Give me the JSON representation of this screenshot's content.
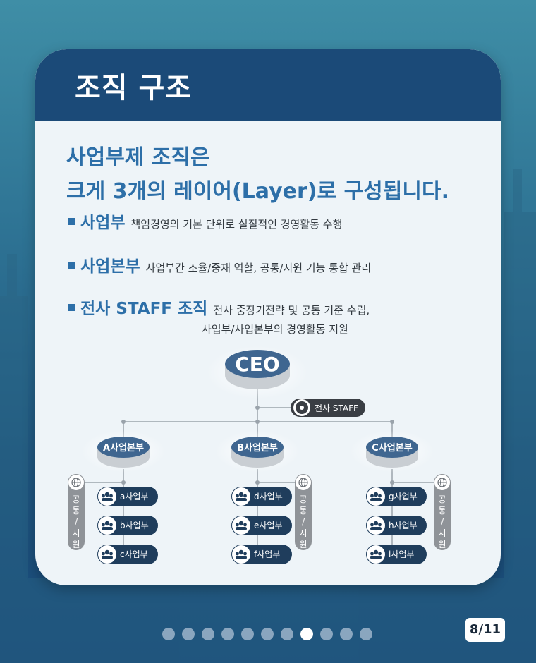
{
  "title": "조직 구조",
  "headline": [
    "사업부제 조직은",
    "크게 3개의 레이어(Layer)로 구성됩니다."
  ],
  "bullets": [
    {
      "name": "사업부",
      "desc": "책임경영의 기본 단위로 실질적인 경영활동 수행"
    },
    {
      "name": "사업본부",
      "desc": "사업부간 조율/중재 역할, 공통/지원 기능 통합 관리"
    },
    {
      "name": "전사 STAFF 조직",
      "desc": "전사 중장기전략 및 공통 기준 수립,",
      "desc2": "사업부/사업본부의 경영활동 지원"
    }
  ],
  "org": {
    "ceo": "CEO",
    "staff": "전사 STAFF",
    "divisions": [
      {
        "name": "A사업본부",
        "units": [
          "a사업부",
          "b사업부",
          "c사업부"
        ],
        "support": "공통/지원"
      },
      {
        "name": "B사업본부",
        "units": [
          "d사업부",
          "e사업부",
          "f사업부"
        ],
        "support": "공통/지원"
      },
      {
        "name": "C사업본부",
        "units": [
          "g사업부",
          "h사업부",
          "i사업부"
        ],
        "support": "공통/지원"
      }
    ]
  },
  "pagination": {
    "total_dots": 11,
    "current": 8,
    "label": "8/11"
  },
  "colors": {
    "header": "#1b4a78",
    "accent": "#2d6fa8",
    "node": "#3f6690",
    "pill": "#1f3d5c",
    "support": "#8f9398"
  }
}
